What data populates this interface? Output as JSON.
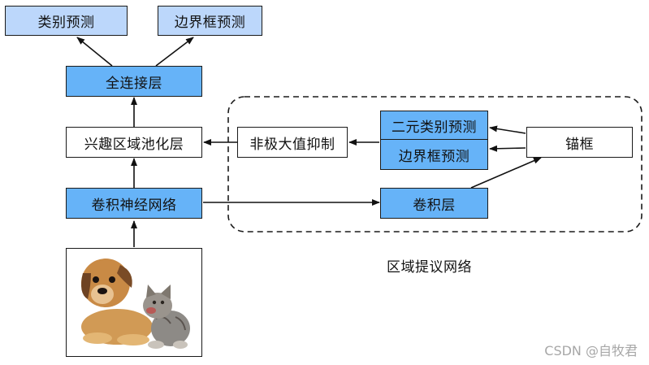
{
  "nodes": {
    "class_pred": "类别预测",
    "bbox_pred_top": "边界框预测",
    "fc_layer": "全连接层",
    "roi_pool": "兴趣区域池化层",
    "cnn": "卷积神经网络",
    "nms": "非极大值抑制",
    "binary_class_pred": "二元类别预测",
    "bbox_pred_rpn": "边界框预测",
    "anchor": "锚框",
    "conv_layer": "卷积层"
  },
  "rpn_label": "区域提议网络",
  "watermark": "CSDN @自牧君",
  "colors": {
    "light_blue": "#bcd7fb",
    "mid_blue": "#66b3f8",
    "border": "#1a1a1a"
  },
  "input_image": "puppy-and-kitten-photo"
}
